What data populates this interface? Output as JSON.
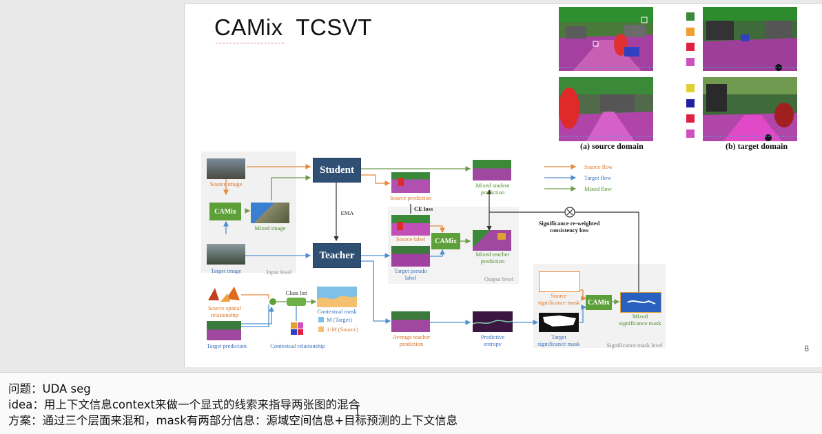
{
  "slide": {
    "title": "CAMix  TCSVT",
    "page_number": "8"
  },
  "figure_top": {
    "caption_source": "(a) source domain",
    "caption_target": "(b) target domain"
  },
  "diagram": {
    "student": "Student",
    "teacher": "Teacher",
    "ema": "EMA",
    "camix": "CAMix",
    "source_image": "Source image",
    "mixed_image": "Mixed image",
    "target_image": "Target image",
    "input_level": "Input level",
    "source_prediction": "Source prediction",
    "ce_loss": "CE loss",
    "source_label": "Source label",
    "target_pseudo_label_1": "Target pseudo",
    "target_pseudo_label_2": "label",
    "mixed_student_prediction_1": "Mixed student",
    "mixed_student_prediction_2": "prediction",
    "mixed_teacher_prediction_1": "Mixed teacher",
    "mixed_teacher_prediction_2": "prediction",
    "output_level": "Output level",
    "legend_source": "Source flow",
    "legend_target": "Target flow",
    "legend_mixed": "Mixed flow",
    "sig_reweighted_1": "Significance re-weighted",
    "sig_reweighted_2": "consistency loss",
    "source_spatial_1": "Source spatial",
    "source_spatial_2": "relationship",
    "target_prediction": "Target prediction",
    "class_list": "Class list",
    "contextual_relationship": "Contextual relationship",
    "contextual_mask": "Contextual mask",
    "m_target": "M (Target)",
    "one_minus_m_source": "1-M (Source)",
    "average_teacher_1": "Average teacher",
    "average_teacher_2": "prediction",
    "predictive_entropy_1": "Predictive",
    "predictive_entropy_2": "entropy",
    "source_sig_1": "Source",
    "source_sig_2": "significance mask",
    "target_sig_1": "Target",
    "target_sig_2": "significance mask",
    "mixed_sig_1": "Mixed",
    "mixed_sig_2": "significance mask",
    "sig_level": "Significance mask level"
  },
  "colors": {
    "source_flow": "#e8893b",
    "target_flow": "#4f8fcf",
    "mixed_flow": "#6e9b4a",
    "node": "#2f4f73",
    "camix": "#5da03a"
  },
  "notes": {
    "line1": "问题：UDA seg",
    "line2": "idea：用上下文信息context来做一个显式的线索来指导两张图的混合",
    "line3": "方案：通过三个层面来混和，mask有两部分信息：源域空间信息+目标预测的上下文信息"
  }
}
